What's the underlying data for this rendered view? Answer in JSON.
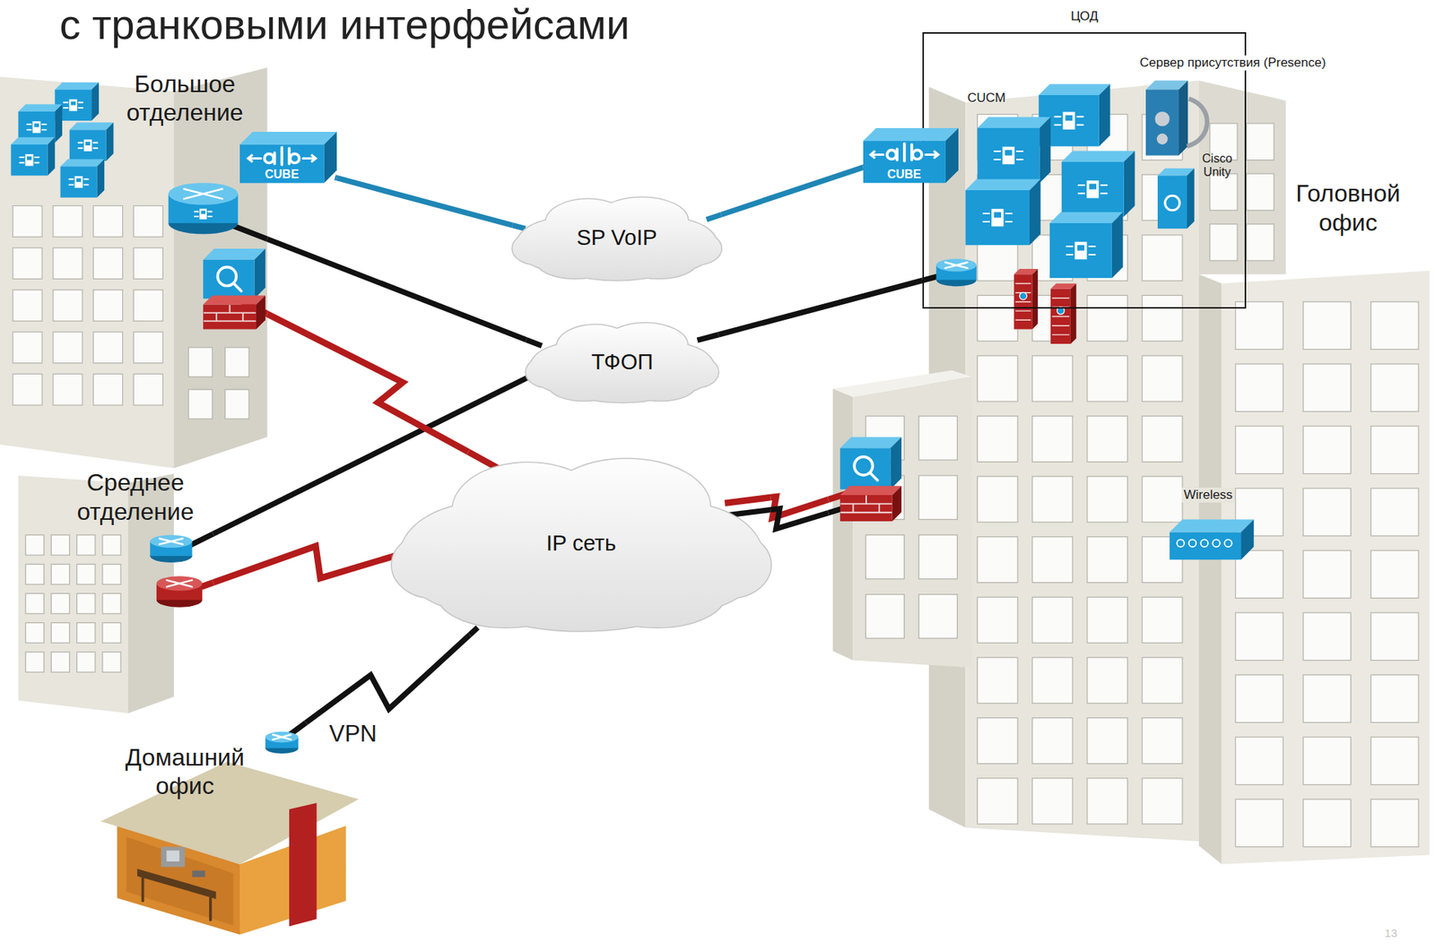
{
  "diagram": {
    "title": "с транковыми интерфейсами",
    "nodes": [
      {
        "text": [
          "Большое отделение"
        ]
      },
      {
        "text": [
          "CUBE"
        ]
      },
      {
        "text": [
          "SP VoIP"
        ]
      },
      {
        "text": [
          "ТФОП"
        ]
      },
      {
        "text": [
          "Среднее отделение"
        ]
      },
      {
        "text": [
          "IP сеть"
        ]
      },
      {
        "text": [
          "Домашний офис"
        ]
      },
      {
        "text": [
          "Головной офис"
        ]
      },
      {
        "text": [
          "ЦОД"
        ],
        "in": 7
      },
      {
        "text": [
          "CUBE"
        ],
        "in": 7
      }
    ],
    "edges": [
      {
        "from": 1,
        "to": 2,
        "arrow": "none"
      },
      {
        "from": 2,
        "to": 9,
        "arrow": "none"
      },
      {
        "from": 0,
        "to": 3,
        "arrow": "none"
      },
      {
        "from": 3,
        "to": 8,
        "arrow": "none"
      },
      {
        "from": 3,
        "to": 4,
        "arrow": "none"
      },
      {
        "from": 0,
        "to": 5,
        "arrow": "none"
      },
      {
        "from": 4,
        "to": 5,
        "arrow": "none"
      },
      {
        "from": 5,
        "to": 7,
        "arrow": "none"
      },
      {
        "from": 5,
        "to": 7,
        "arrow": "none"
      },
      {
        "from": 5,
        "to": 6,
        "label": "VPN",
        "arrow": "none"
      }
    ],
    "labels": [
      "CUCM",
      "Сервер присутствия (Presence)",
      "Cisco Unity",
      "Wireless",
      "13"
    ]
  }
}
